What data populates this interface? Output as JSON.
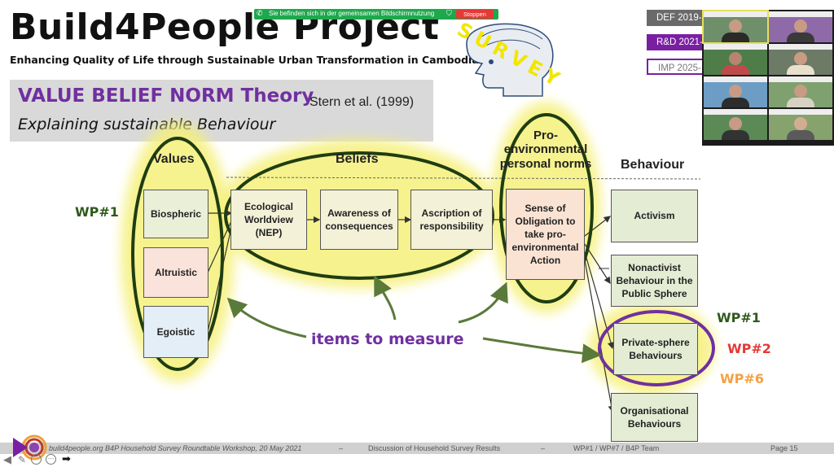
{
  "header": {
    "title": "Build4People Project",
    "subtitle": "Enhancing Quality of Life through Sustainable Urban Transformation in Cambodia"
  },
  "theory": {
    "title": "VALUE BELIEF NORM Theory",
    "citation": "Stern et al. (1999)",
    "subtitle": "Explaining sustainable Behaviour"
  },
  "screen_share": {
    "message": "Sie befinden sich in der gemeinsamen Bildschirmnutzung",
    "stop_label": "Stoppen",
    "bar_color": "#1ea84c",
    "stop_color": "#e53935"
  },
  "logo_text": "SURVEY",
  "phases": [
    {
      "label": "DEF 2019-"
    },
    {
      "label": "R&D 2021-"
    },
    {
      "label": "IMP 2025-"
    }
  ],
  "diagram": {
    "headings": {
      "values": "Values",
      "beliefs": "Beliefs",
      "norms": "Pro-environmental personal norms",
      "behaviour": "Behaviour"
    },
    "values": [
      "Biospheric",
      "Altruistic",
      "Egoistic"
    ],
    "beliefs": [
      "Ecological Worldview (NEP)",
      "Awareness of consequences",
      "Ascription of responsibility"
    ],
    "norm": "Sense of Obligation to take pro-environmental Action",
    "behaviours": [
      "Activism",
      "Nonactivist Behaviour in the Public Sphere",
      "Private-sphere Behaviours",
      "Organisational Behaviours"
    ],
    "annotation": "items to measure",
    "wp_left": "WP#1",
    "wp_right": [
      {
        "label": "WP#1",
        "color": "#2e5a1c"
      },
      {
        "label": "WP#2",
        "color": "#e53935"
      },
      {
        "label": "WP#6",
        "color": "#f4a142"
      }
    ],
    "colors": {
      "ellipse": "#1f3d12",
      "glow": "#f5f07a",
      "annotation": "#7030a0",
      "arrow": "#5a7a3a",
      "value_fill_1": "#eaefd8",
      "value_fill_2": "#f9e3da",
      "value_fill_3": "#e4eef6",
      "belief_fill": "#f3f1d7",
      "norm_fill": "#fbe3d4",
      "behaviour_fill": "#e4ecd4"
    }
  },
  "footer": {
    "event": "build4people.org B4P Household Survey Roundtable Workshop, 20 May 2021",
    "sep1": "–",
    "topic": "Discussion of Household Survey Results",
    "sep2": "–",
    "team": "WP#1 / WP#7  / B4P Team",
    "page": "Page 15"
  }
}
